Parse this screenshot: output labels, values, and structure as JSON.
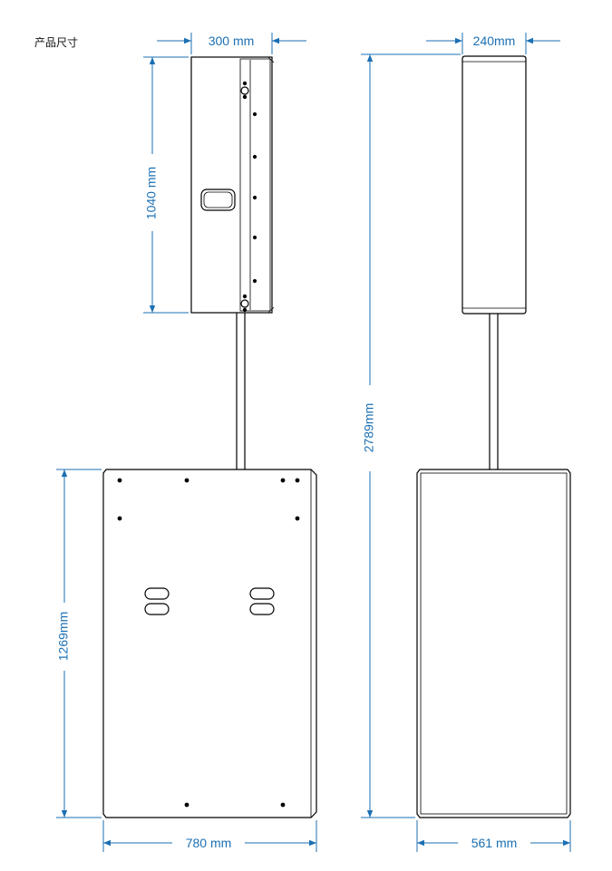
{
  "page": {
    "title": "产品尺寸"
  },
  "dimensions": {
    "top_width": "300 mm",
    "top_depth": "240mm",
    "top_height": "1040 mm",
    "total_height": "2789mm",
    "sub_height": "1269mm",
    "sub_width": "780 mm",
    "sub_depth": "561 mm"
  },
  "colors": {
    "dimension": "#1b6fb3",
    "outline": "#000000"
  }
}
